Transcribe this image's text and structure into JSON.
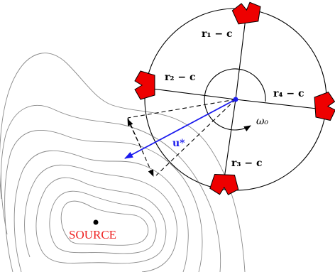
{
  "labels": {
    "r1": "r₁ − c",
    "r2": "r₂ − c",
    "r3": "r₃ − c",
    "r4": "r₄ − c",
    "omega": "ω₀",
    "u_star": "u*",
    "source": "SOURCE"
  },
  "colors": {
    "robot": "#ee0000",
    "u_vector": "#1a1aee",
    "source": "#ee2222",
    "contours": "#8a8a8a",
    "lines": "#000000"
  }
}
